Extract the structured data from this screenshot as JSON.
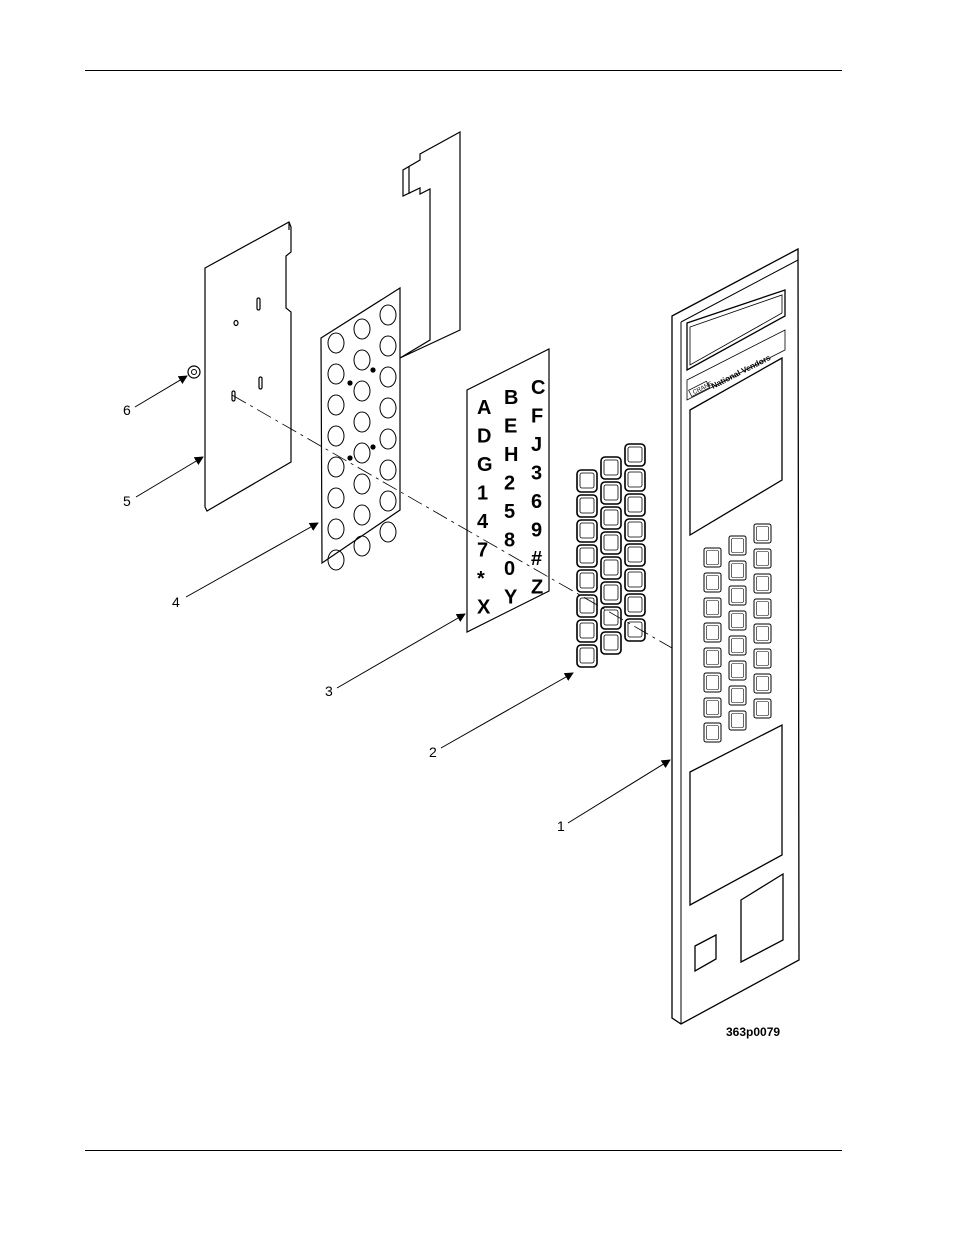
{
  "figure_id": "363p0079",
  "callouts": [
    "1",
    "2",
    "3",
    "4",
    "5",
    "6"
  ],
  "brand": {
    "box": "CRANE",
    "name": "National Vendors"
  },
  "legend_keys": [
    [
      "A",
      "B",
      "C"
    ],
    [
      "D",
      "E",
      "F"
    ],
    [
      "G",
      "H",
      "J"
    ],
    [
      "1",
      "2",
      "3"
    ],
    [
      "4",
      "5",
      "6"
    ],
    [
      "7",
      "8",
      "9"
    ],
    [
      "*",
      "0",
      "#"
    ],
    [
      "X",
      "Y",
      "Z"
    ]
  ]
}
